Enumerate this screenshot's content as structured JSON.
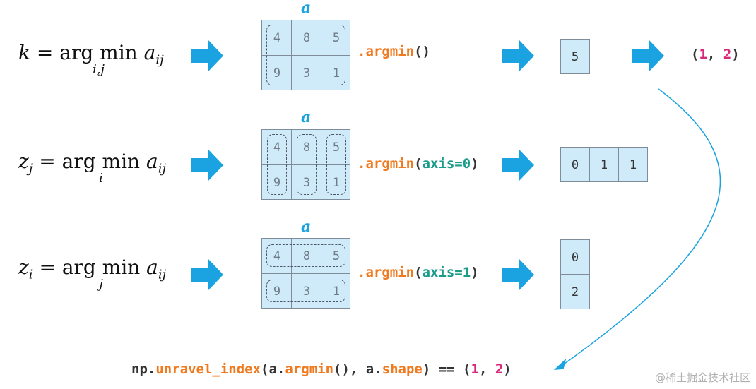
{
  "colors": {
    "accent": "#1aa3e0",
    "cell_fill": "#cfeaf8",
    "function": "#f07a1f",
    "keyword": "#1a9c8a",
    "number": "#d9277a"
  },
  "array_label": "a",
  "grid_values": [
    "4",
    "8",
    "5",
    "9",
    "3",
    "1"
  ],
  "rows": [
    {
      "formula_lhs": "k",
      "formula_sub": "i,j",
      "method": ".argmin",
      "args": "()",
      "args_open": "(",
      "args_kw": "",
      "args_close": ")",
      "result": [
        "5"
      ],
      "result_final_open": "(",
      "result_final_a": "1",
      "result_final_sep": ", ",
      "result_final_b": "2",
      "result_final_close": ")"
    },
    {
      "formula_lhs": "z",
      "formula_lhs_sub": "j",
      "formula_sub": "i",
      "method": ".argmin",
      "args_open": "(",
      "args_kw": "axis=0",
      "args_close": ")",
      "result": [
        "0",
        "1",
        "1"
      ]
    },
    {
      "formula_lhs": "z",
      "formula_lhs_sub": "i",
      "formula_sub": "j",
      "method": ".argmin",
      "args_open": "(",
      "args_kw": "axis=1",
      "args_close": ")",
      "result": [
        "0",
        "2"
      ]
    }
  ],
  "formula": {
    "eq": "=",
    "argmin_text": "arg min",
    "rhs_var": "a",
    "rhs_sub": "ij"
  },
  "bottom_code": {
    "prefix": "np.",
    "fn1": "unravel_index",
    "p1": "(a.",
    "fn2": "argmin",
    "p2": "(), a.",
    "fn3": "shape",
    "p3": ") == (",
    "n1": "1",
    "sep": ", ",
    "n2": "2",
    "p4": ")"
  },
  "watermark": "@稀土掘金技术社区"
}
